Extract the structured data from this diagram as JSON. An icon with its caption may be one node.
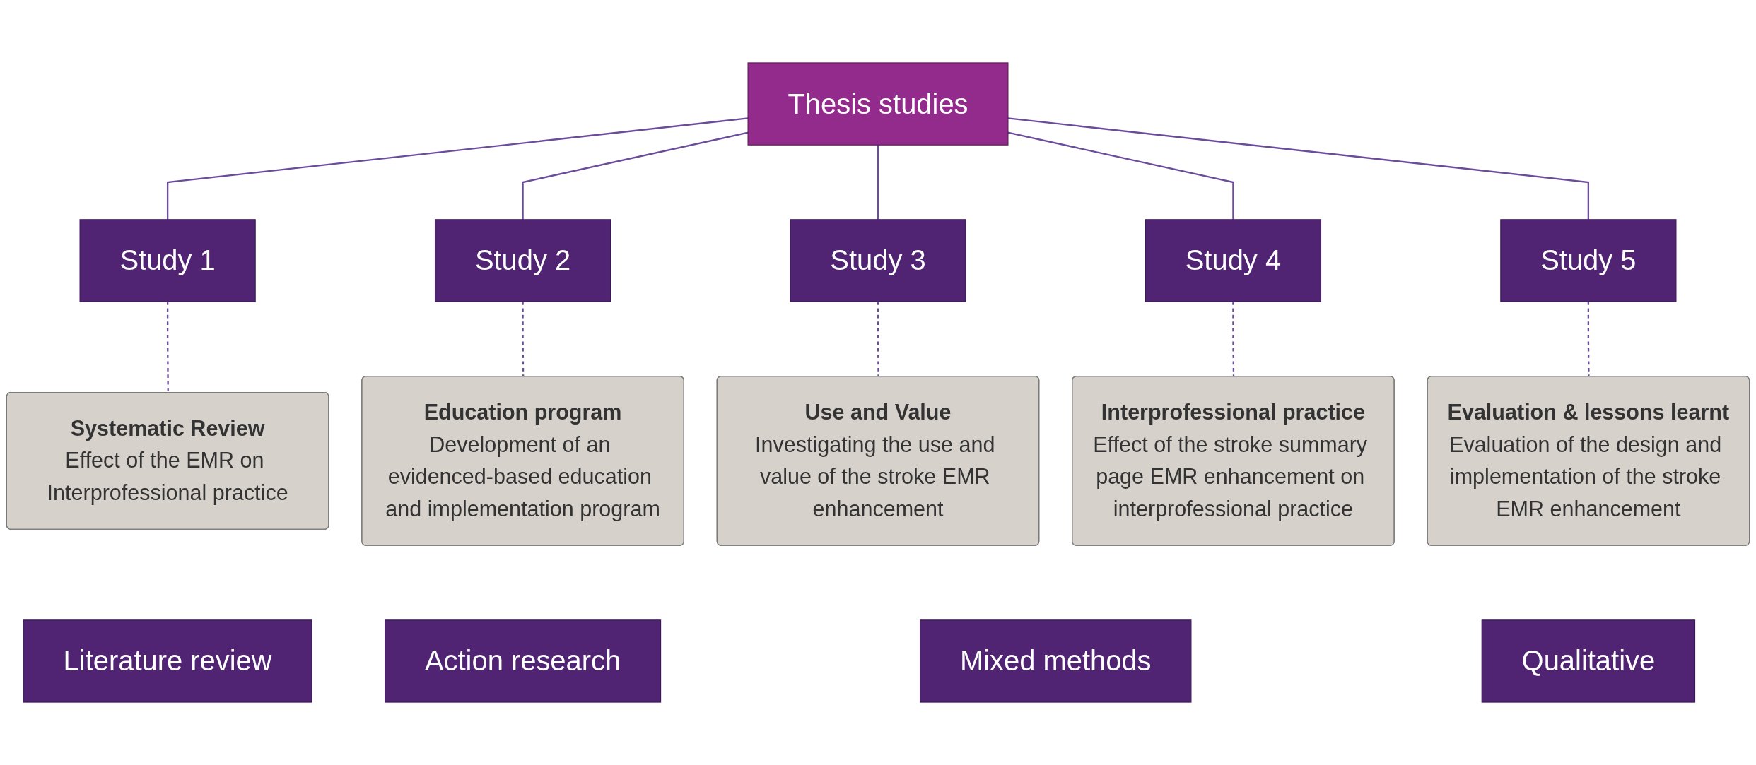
{
  "diagram": {
    "nodes": [
      {
        "text": [
          "Thesis studies"
        ]
      },
      {
        "text": [
          "Study 1"
        ]
      },
      {
        "text": [
          "Study 2"
        ]
      },
      {
        "text": [
          "Study 3"
        ]
      },
      {
        "text": [
          "Study 4"
        ]
      },
      {
        "text": [
          "Study 5"
        ]
      },
      {
        "text": [
          "Systematic Review",
          "Effect of the EMR on Interprofessional practice"
        ]
      },
      {
        "text": [
          "Education program",
          "Development of an evidenced-based education and implementation program"
        ]
      },
      {
        "text": [
          "Use and Value",
          "Investigating the use and value of the stroke EMR enhancement"
        ]
      },
      {
        "text": [
          "Interprofessional practice",
          "Effect of the stroke summary page EMR enhancement on interprofessional practice"
        ]
      },
      {
        "text": [
          "Evaluation & lessons learnt",
          "Evaluation of the design and implementation of the stroke EMR enhancement"
        ]
      },
      {
        "text": [
          "Literature review"
        ]
      },
      {
        "text": [
          "Action research"
        ]
      },
      {
        "text": [
          "Mixed methods"
        ]
      },
      {
        "text": [
          "Qualitative"
        ]
      }
    ],
    "edges": [
      {
        "from": 0,
        "to": 1,
        "arrow": "none"
      },
      {
        "from": 0,
        "to": 2,
        "arrow": "none"
      },
      {
        "from": 0,
        "to": 3,
        "arrow": "none"
      },
      {
        "from": 0,
        "to": 4,
        "arrow": "none"
      },
      {
        "from": 0,
        "to": 5,
        "arrow": "none"
      },
      {
        "from": 1,
        "to": 6,
        "arrow": "none",
        "style": "dashed"
      },
      {
        "from": 2,
        "to": 7,
        "arrow": "none",
        "style": "dashed"
      },
      {
        "from": 3,
        "to": 8,
        "arrow": "none",
        "style": "dashed"
      },
      {
        "from": 4,
        "to": 9,
        "arrow": "none",
        "style": "dashed"
      },
      {
        "from": 5,
        "to": 10,
        "arrow": "none",
        "style": "dashed"
      }
    ]
  }
}
